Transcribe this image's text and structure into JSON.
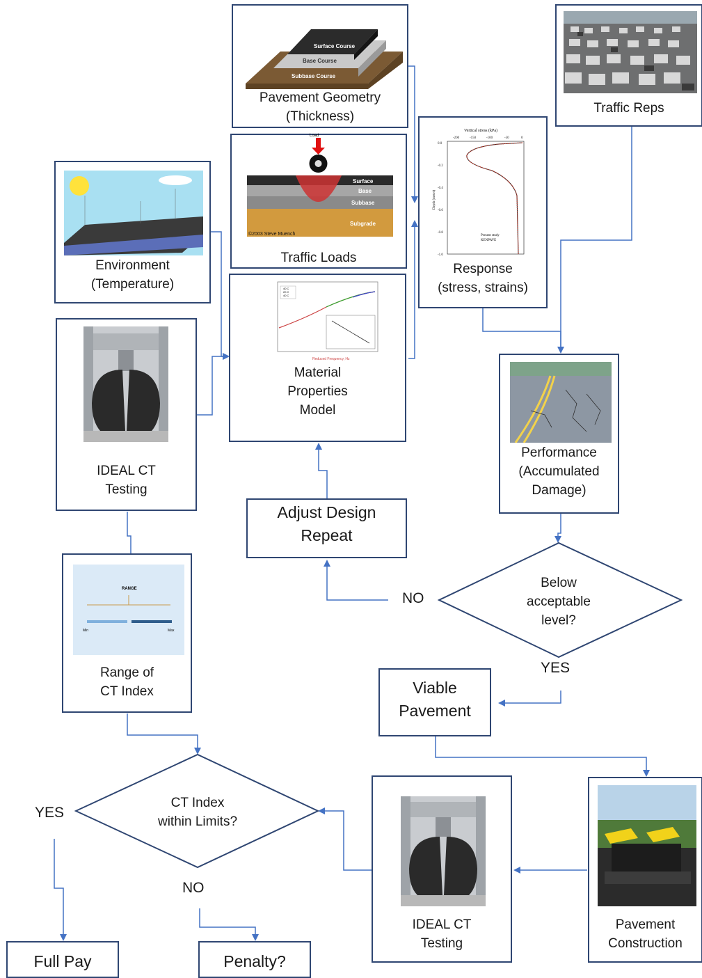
{
  "nodes": {
    "pavement_geometry": {
      "line1": "Pavement Geometry",
      "line2": "(Thickness)",
      "layers": [
        "Surface Course",
        "Base Course",
        "Subbase Course"
      ]
    },
    "traffic_reps": {
      "line1": "Traffic Reps"
    },
    "traffic_loads": {
      "line1": "Traffic Loads",
      "load": "Load",
      "layers": [
        "Surface",
        "Base",
        "Subbase",
        "Subgrade"
      ],
      "credit": "©2003 Steve Muench"
    },
    "response": {
      "line1": "Response",
      "line2": "(stress, strains)",
      "plot_title": "Vertical stress (kPa)",
      "ylabel": "Depth (meter)",
      "legend": [
        "Present study",
        "KENPAVE"
      ],
      "xticks": [
        "-200",
        "-150",
        "-100",
        "-50",
        "0"
      ],
      "yticks": [
        "0.0",
        "-0.2",
        "-0.4",
        "-0.6",
        "-0.8",
        "-1.0"
      ]
    },
    "environment": {
      "line1": "Environment",
      "line2": "(Temperature)"
    },
    "material": {
      "line1": "Material",
      "line2": "Properties",
      "line3": "Model",
      "xlabel": "Reduced Frequency, Hz",
      "legend": [
        "40 C",
        "20 C",
        "40 C"
      ]
    },
    "ideal_ct_left": {
      "line1": "IDEAL CT",
      "line2": "Testing"
    },
    "performance": {
      "line1": "Performance",
      "line2": "(Accumulated",
      "line3": "Damage)"
    },
    "adjust": {
      "line1": "Adjust Design",
      "line2": "Repeat"
    },
    "below": {
      "line1": "Below",
      "line2": "acceptable",
      "line3": "level?"
    },
    "range": {
      "line1": "Range of",
      "line2": "CT Index",
      "img_title": "RANGE",
      "min": "Min",
      "max": "Max"
    },
    "viable": {
      "line1": "Viable",
      "line2": "Pavement"
    },
    "ct_limits": {
      "line1": "CT Index",
      "line2": "within Limits?"
    },
    "ideal_ct_right": {
      "line1": "IDEAL CT",
      "line2": "Testing"
    },
    "construction": {
      "line1": "Pavement",
      "line2": "Construction"
    },
    "full_pay": {
      "line1": "Full Pay"
    },
    "penalty": {
      "line1": "Penalty?"
    }
  },
  "edge_labels": {
    "no_top": "NO",
    "yes_top": "YES",
    "yes_bottom": "YES",
    "no_bottom": "NO"
  },
  "colors": {
    "box_border": "#2f4672",
    "connector": "#4472c4",
    "diamond": "#2f4672"
  }
}
